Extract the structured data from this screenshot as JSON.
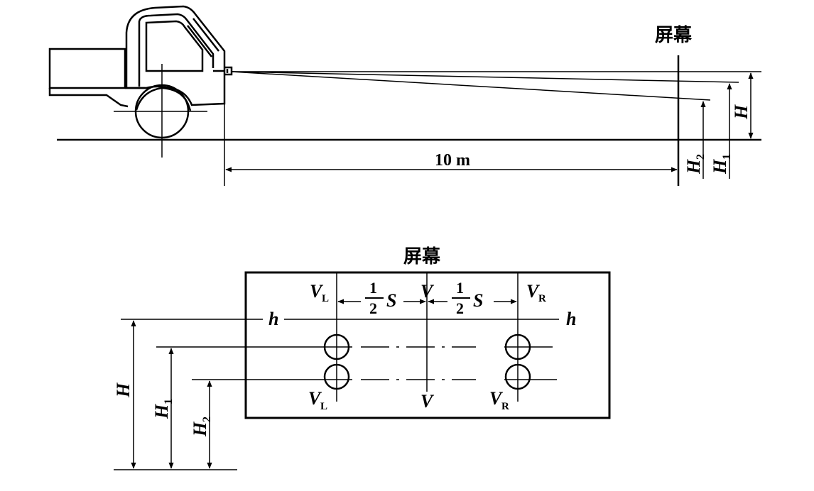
{
  "top_view": {
    "screen_label": "屏幕",
    "distance_label": "10 m",
    "height_H": "H",
    "height_H1": "H",
    "height_H1_sub": "1",
    "height_H2": "H",
    "height_H2_sub": "2"
  },
  "screen_view": {
    "title": "屏幕",
    "vl_label": "V",
    "vl_sub": "L",
    "vr_label": "V",
    "vr_sub": "R",
    "v_label": "V",
    "half": {
      "num": "1",
      "den": "2",
      "var": "S"
    },
    "h_label": "h",
    "height_H": "H",
    "height_H1": "H",
    "height_H1_sub": "1",
    "height_H2": "H",
    "height_H2_sub": "2"
  }
}
